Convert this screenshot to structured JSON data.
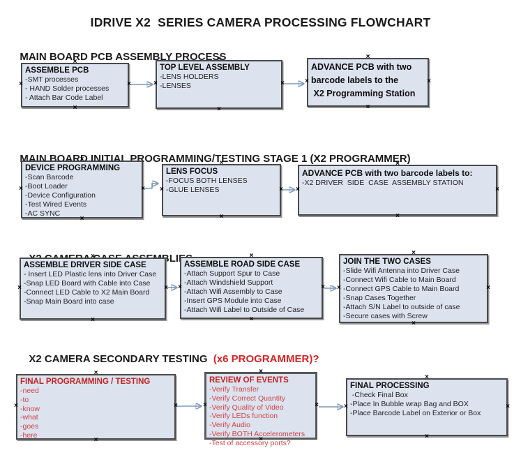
{
  "title": "IDRIVE X2  SERIES CAMERA PROCESSING FLOWCHART",
  "icons": {
    "connection_point": "×"
  },
  "colors": {
    "box_fill": "#dce3ef",
    "box_border": "#4a4a4a",
    "arrow_line": "#7e99bd",
    "arrow_head": "#2d4e8e",
    "red_text": "#c32222"
  },
  "sections": [
    {
      "heading": "MAIN BOARD PCB ASSEMBLY PROCESS",
      "heading_red": ""
    },
    {
      "heading": "MAIN BOARD INITIAL PROGRAMMING/TESTING STAGE 1 (X2 PROGRAMMER)",
      "heading_red": ""
    },
    {
      "heading": "X2 CAMERA CASE ASSEMBLIES",
      "heading_red": ""
    },
    {
      "heading": "X2 CAMERA SECONDARY TESTING ",
      "heading_red": " (x6 PROGRAMMER)?"
    }
  ],
  "boxes": {
    "assemble_pcb": {
      "title_lines": [
        "ASSEMBLE PCB"
      ],
      "items": [
        "-SMT processes",
        "- HAND Solder processes",
        "- Attach Bar Code Label"
      ]
    },
    "top_level_assembly": {
      "title_lines": [
        "TOP LEVEL ASSEMBLY"
      ],
      "items": [
        "-LENS HOLDERS",
        "-LENSES"
      ]
    },
    "advance_to_programming": {
      "title_lines": [
        "ADVANCE PCB with two",
        "barcode labels to the",
        " X2 Programming Station"
      ],
      "items": []
    },
    "device_programming": {
      "title_lines": [
        "DEVICE PROGRAMMING"
      ],
      "items": [
        "-Scan Barcode",
        "-Boot Loader",
        "-Device Configuration",
        "-Test Wired Events",
        "-AC SYNC"
      ]
    },
    "lens_focus": {
      "title_lines": [
        "LENS FOCUS"
      ],
      "items": [
        "-FOCUS BOTH LENSES",
        "-GLUE LENSES"
      ]
    },
    "advance_to_driver_side": {
      "title_lines": [
        "ADVANCE PCB with two barcode labels to:"
      ],
      "items": [
        "-X2 DRIVER  SIDE  CASE  ASSEMBLY STATION"
      ]
    },
    "assemble_driver_side_case": {
      "title_lines": [
        "ASSEMBLE DRIVER SIDE CASE"
      ],
      "items": [
        "- Insert LED Plastic lens into Driver Case",
        "-Snap LED Board with Cable into Case",
        "-Connect LED Cable to X2 Main Board",
        "-Snap Main Board into case"
      ]
    },
    "assemble_road_side_case": {
      "title_lines": [
        "ASSEMBLE ROAD SIDE CASE"
      ],
      "items": [
        "-Attach Support Spur to Case",
        "-Attach Windshield Support",
        "-Attach Wifi Assembly to Case",
        "-Insert GPS Module into Case",
        "-Attach Wifi Label to Outside of Case"
      ]
    },
    "join_the_two_cases": {
      "title_lines": [
        "JOIN THE TWO CASES"
      ],
      "items": [
        "-Slide Wifi Antenna into Driver Case",
        "-Connect Wifi Cable to Main Board",
        "-Connect GPS Cable to Main Board",
        "-Snap Cases Together",
        "-Attach S/N Label to outside of case",
        "-Secure cases with Screw"
      ]
    },
    "final_programming_testing": {
      "title_lines": [
        "FINAL PROGRAMMING / TESTING"
      ],
      "items": [
        "-need",
        "-to",
        "-know",
        "-what",
        "-goes",
        "-here"
      ]
    },
    "review_of_events": {
      "title_lines": [
        "REVIEW OF EVENTS"
      ],
      "items": [
        "-Verify Transfer",
        "-Verify Correct Quantity",
        "-Verify Quality of Video",
        "-Verify LEDs function",
        "-Verify Audio",
        "-Verify BOTH Accelerometers",
        "-Test of accessory ports?"
      ]
    },
    "final_processing": {
      "title_lines": [
        "FINAL PROCESSING"
      ],
      "items": [
        " -Check Final Box",
        "-Place In Bubble wrap Bag and BOX",
        "-Place Barcode Label on Exterior or Box"
      ]
    }
  }
}
